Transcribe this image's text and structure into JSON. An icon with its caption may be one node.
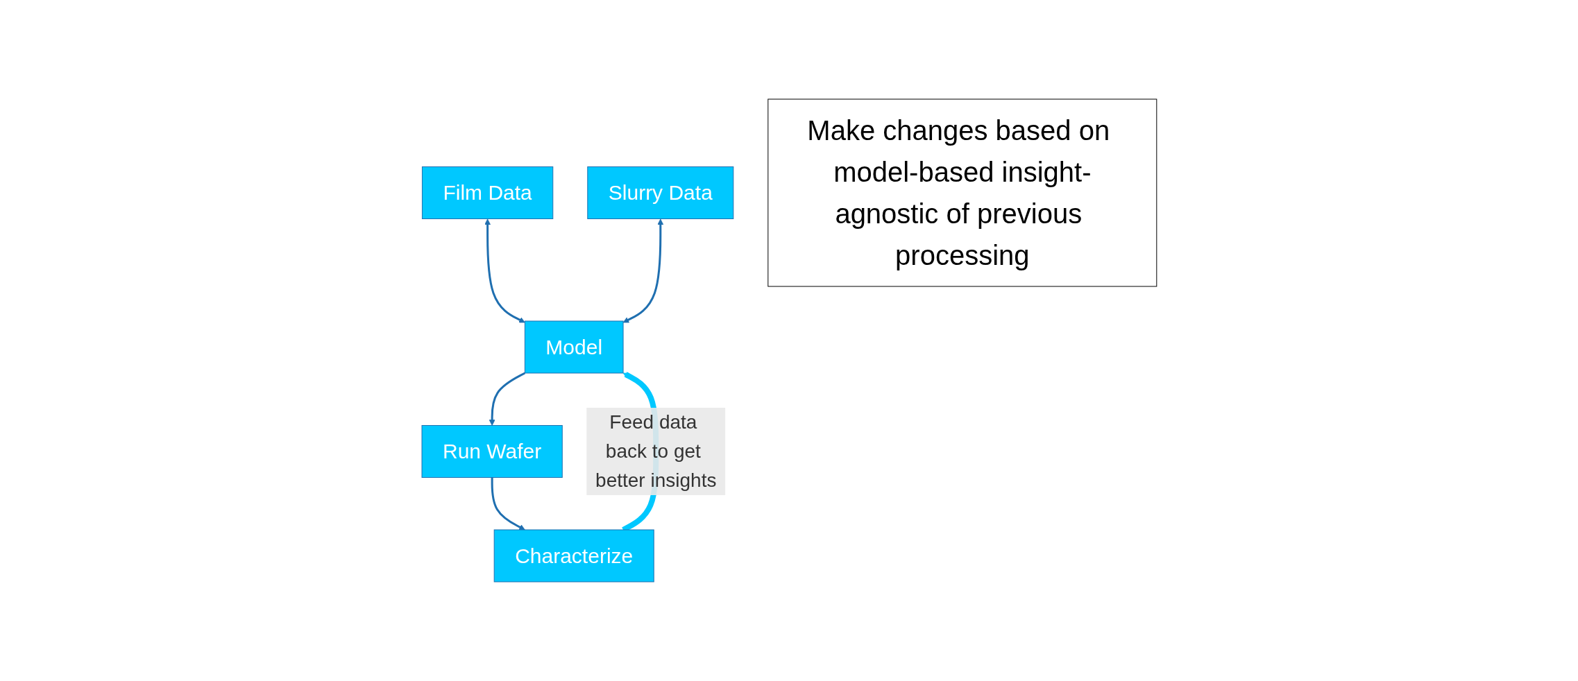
{
  "diagram": {
    "nodes": [
      {
        "text": [
          "Film Data"
        ]
      },
      {
        "text": [
          "Slurry Data"
        ]
      },
      {
        "text": [
          "Model"
        ]
      },
      {
        "text": [
          "Run Wafer"
        ]
      },
      {
        "text": [
          "Characterize"
        ]
      },
      {
        "text": [
          "Make changes based on model-based insight-agnostic of previous processing"
        ]
      }
    ],
    "edges": [
      {
        "from": 0,
        "to": 2,
        "arrow": "both"
      },
      {
        "from": 1,
        "to": 2,
        "arrow": "both"
      },
      {
        "from": 2,
        "to": 3,
        "arrow": "to"
      },
      {
        "from": 3,
        "to": 4,
        "arrow": "to"
      },
      {
        "from": 4,
        "to": 2,
        "arrow": "to",
        "label": "Feed data back to get better insights",
        "style": "thick",
        "color": "#00c8ff"
      }
    ]
  }
}
